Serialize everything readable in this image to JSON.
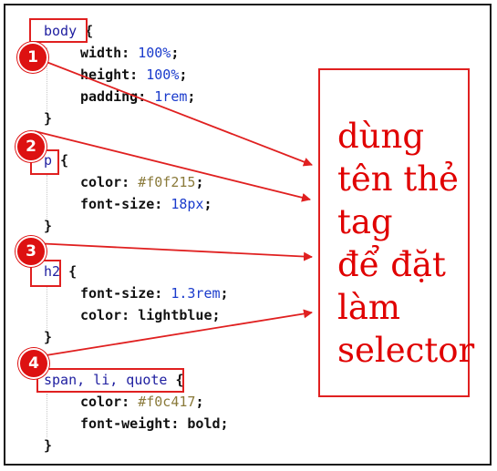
{
  "code": {
    "block1": {
      "selector": "body",
      "open": " {",
      "props": [
        {
          "name": "width: ",
          "value": "100%",
          "end": ";"
        },
        {
          "name": "height: ",
          "value": "100%",
          "end": ";"
        },
        {
          "name": "padding: ",
          "value": "1rem",
          "end": ";"
        }
      ],
      "close": "}"
    },
    "block2": {
      "selector": "p",
      "open": " {",
      "props": [
        {
          "name": "color: ",
          "value": "#f0f215",
          "end": ";"
        },
        {
          "name": "font-size: ",
          "value": "18px",
          "end": ";"
        }
      ],
      "close": "}"
    },
    "block3": {
      "selector": "h2",
      "open": " {",
      "props": [
        {
          "name": "font-size: ",
          "value": "1.3rem",
          "end": ";"
        },
        {
          "name": "color: ",
          "value": "lightblue",
          "end": ";"
        }
      ],
      "close": "}"
    },
    "block4": {
      "selector": "span, li, quote",
      "open": " {",
      "props": [
        {
          "name": "color: ",
          "value": "#f0c417",
          "end": ";"
        },
        {
          "name": "font-weight: ",
          "value": "bold",
          "end": ";"
        }
      ],
      "close": "}"
    }
  },
  "badges": [
    "1",
    "2",
    "3",
    "4"
  ],
  "note": {
    "lines": [
      "dùng",
      "tên thẻ",
      "tag",
      "để đặt",
      "làm",
      "selector"
    ]
  },
  "colors": {
    "annotation_red": "#e02020",
    "badge_red": "#dd1111",
    "selector_blue": "#1e1ea0",
    "number_blue": "#1a3bcc"
  }
}
